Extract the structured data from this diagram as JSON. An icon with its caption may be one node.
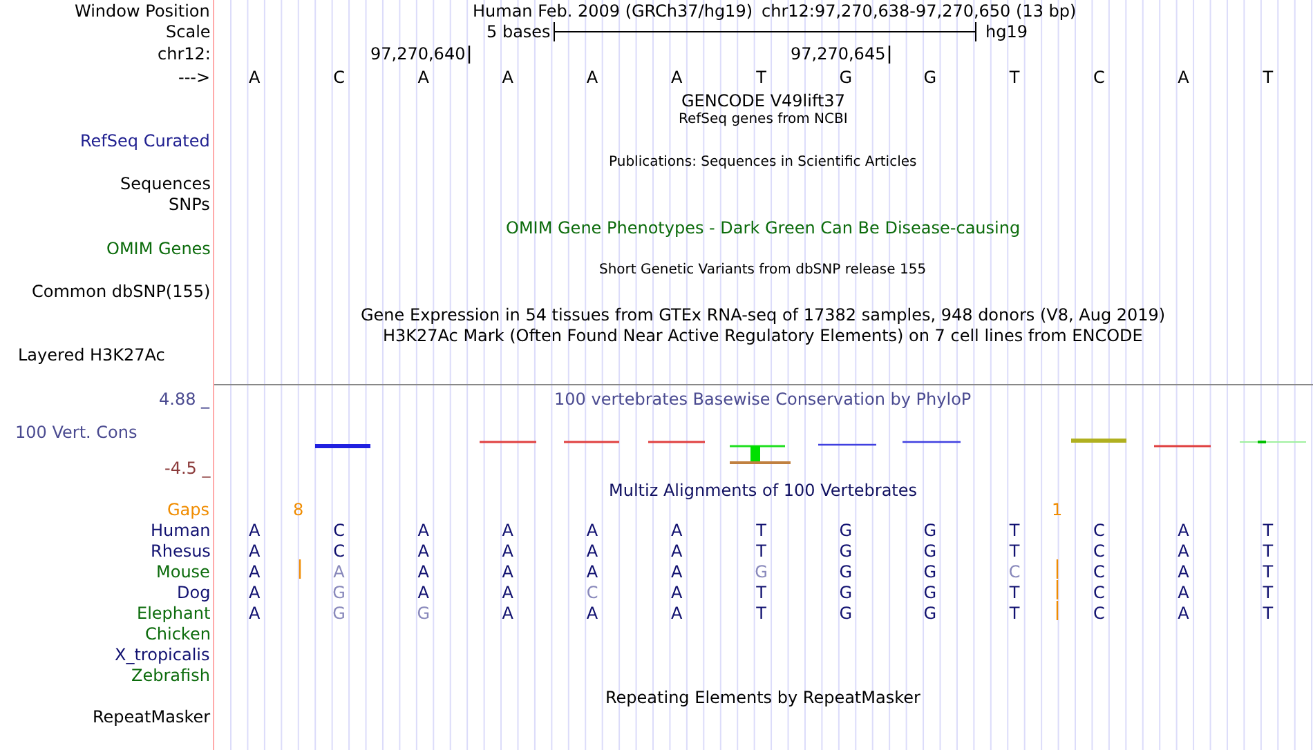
{
  "diagram": {
    "labels": [
      "Window Position",
      "Human Feb. 2009 (GRCh37/hg19)",
      "chr12:97,270,638-97,270,650 (13 bp)",
      "Scale",
      "5 bases",
      "hg19",
      "chr12:",
      "97,270,640",
      "97,270,645",
      "--->",
      "A",
      "C",
      "A",
      "A",
      "A",
      "A",
      "T",
      "G",
      "G",
      "T",
      "C",
      "A",
      "T",
      "GENCODE V49lift37",
      "RefSeq genes from NCBI",
      "RefSeq Curated",
      "Publications: Sequences in Scientific Articles",
      "Sequences",
      "SNPs",
      "OMIM Gene Phenotypes - Dark Green Can Be Disease-causing",
      "OMIM Genes",
      "Short Genetic Variants from dbSNP release 155",
      "Common dbSNP(155)",
      "Gene Expression in 54 tissues from GTEx RNA-seq of 17382 samples, 948 donors (V8, Aug 2019)",
      "H3K27Ac Mark (Often Found Near Active Regulatory Elements) on 7 cell lines from ENCODE",
      "Layered H3K27Ac",
      "4.88 _",
      "100 vertebrates Basewise Conservation by PhyloP",
      "100 Vert. Cons",
      "-4.5 _",
      "Multiz Alignments of 100 Vertebrates",
      "Gaps",
      "8",
      "1",
      "Human",
      "A",
      "C",
      "A",
      "A",
      "A",
      "A",
      "T",
      "G",
      "G",
      "T",
      "C",
      "A",
      "T",
      "Rhesus",
      "A",
      "C",
      "A",
      "A",
      "A",
      "A",
      "T",
      "G",
      "G",
      "T",
      "C",
      "A",
      "T",
      "Mouse",
      "A",
      "A",
      "A",
      "A",
      "A",
      "A",
      "G",
      "G",
      "G",
      "C",
      "C",
      "A",
      "T",
      "Dog",
      "A",
      "G",
      "A",
      "A",
      "C",
      "A",
      "T",
      "G",
      "G",
      "T",
      "C",
      "A",
      "T",
      "Elephant",
      "A",
      "G",
      "G",
      "A",
      "A",
      "A",
      "T",
      "G",
      "G",
      "T",
      "C",
      "A",
      "T",
      "Chicken",
      "X_tropicalis",
      "Zebrafish",
      "Repeating Elements by RepeatMasker",
      "RepeatMasker"
    ]
  }
}
